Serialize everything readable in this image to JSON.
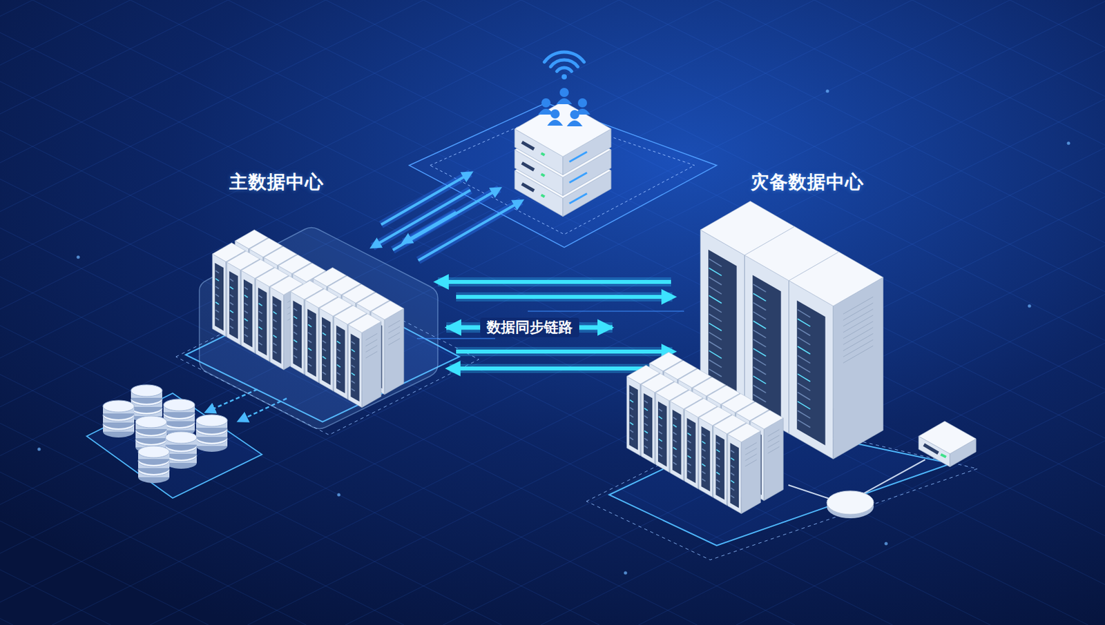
{
  "diagram": {
    "nodes": [
      {
        "text": [
          "主数据中心"
        ]
      },
      {
        "text": [
          "灾备数据中心"
        ]
      }
    ],
    "edges": [
      {
        "from": 0,
        "to": 1,
        "arrow": "both",
        "label": "数据同步链路"
      }
    ]
  }
}
